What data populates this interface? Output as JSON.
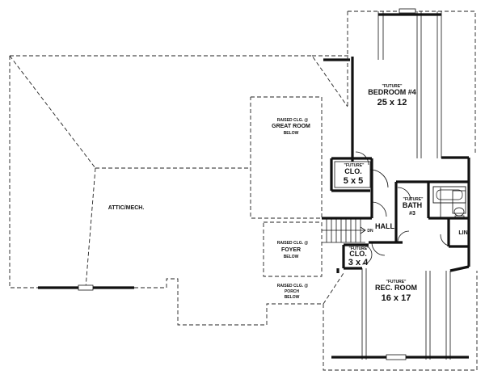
{
  "rooms": {
    "bedroom4": {
      "future": "\"FUTURE\"",
      "name": "BEDROOM #4",
      "size": "25 x 12"
    },
    "great_room": {
      "note": "RAISED CLG. @",
      "name": "GREAT ROOM",
      "below": "BELOW"
    },
    "clo_top": {
      "future": "\"FUTURE\"",
      "name": "CLO.",
      "size": "5 x 5"
    },
    "attic": {
      "name": "ATTIC/MECH."
    },
    "bath": {
      "future": "\"FUTURE\"",
      "name": "BATH",
      "num": "#3"
    },
    "hall": {
      "name": "HALL"
    },
    "lin": {
      "name": "LIN."
    },
    "foyer": {
      "note": "RAISED CLG. @",
      "name": "FOYER",
      "below": "BELOW"
    },
    "clo_small": {
      "future": "\"FUTURE\"",
      "name": "CLO.",
      "size": "3 x 4"
    },
    "rec_room": {
      "future": "\"FUTURE\"",
      "name": "REC. ROOM",
      "size": "16 x 17"
    },
    "porch": {
      "note": "RAISED CLG. @",
      "name": "PORCH",
      "below": "BELOW"
    },
    "stair": {
      "dn": "DN"
    }
  }
}
